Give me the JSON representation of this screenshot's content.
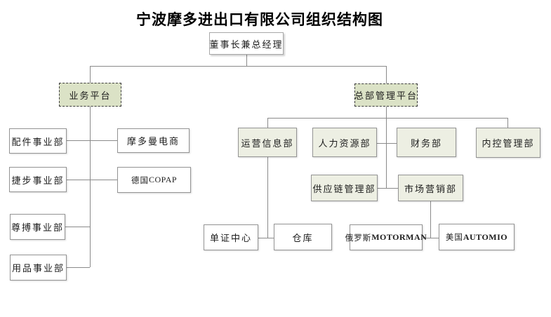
{
  "title": "宁波摩多进出口有限公司组织结构图",
  "colors": {
    "platform_fill": "#dbe2c6",
    "department_fill": "#edefe3",
    "plain_fill": "#ffffff",
    "line": "#8a8a8a",
    "border": "#949494"
  },
  "nodes": {
    "chairman": {
      "label": "董事长兼总经理"
    },
    "business_platform": {
      "label": "业务平台"
    },
    "hq_platform": {
      "label": "总部管理平台"
    },
    "parts_division": {
      "label": "配件事业部"
    },
    "jiebu_division": {
      "label": "捷步事业部"
    },
    "zunbo_division": {
      "label": "尊搏事业部"
    },
    "supplies_division": {
      "label": "用品事业部"
    },
    "motorman_ecommerce": {
      "label": "摩多曼电商"
    },
    "germany_copap": {
      "zh": "德国",
      "en": "COPAP"
    },
    "operations_info_dept": {
      "label": "运营信息部"
    },
    "hr_dept": {
      "label": "人力资源部"
    },
    "finance_dept": {
      "label": "财务部"
    },
    "internal_control_dept": {
      "label": "内控管理部"
    },
    "supply_chain_dept": {
      "label": "供应链管理部"
    },
    "marketing_dept": {
      "label": "市场营销部"
    },
    "doc_center": {
      "label": "单证中心"
    },
    "warehouse": {
      "label": "仓库"
    },
    "russia_motorman": {
      "zh": "俄罗斯",
      "en": "MOTORMAN"
    },
    "usa_automio": {
      "zh": "美国",
      "en": "AUTOMIO"
    }
  }
}
